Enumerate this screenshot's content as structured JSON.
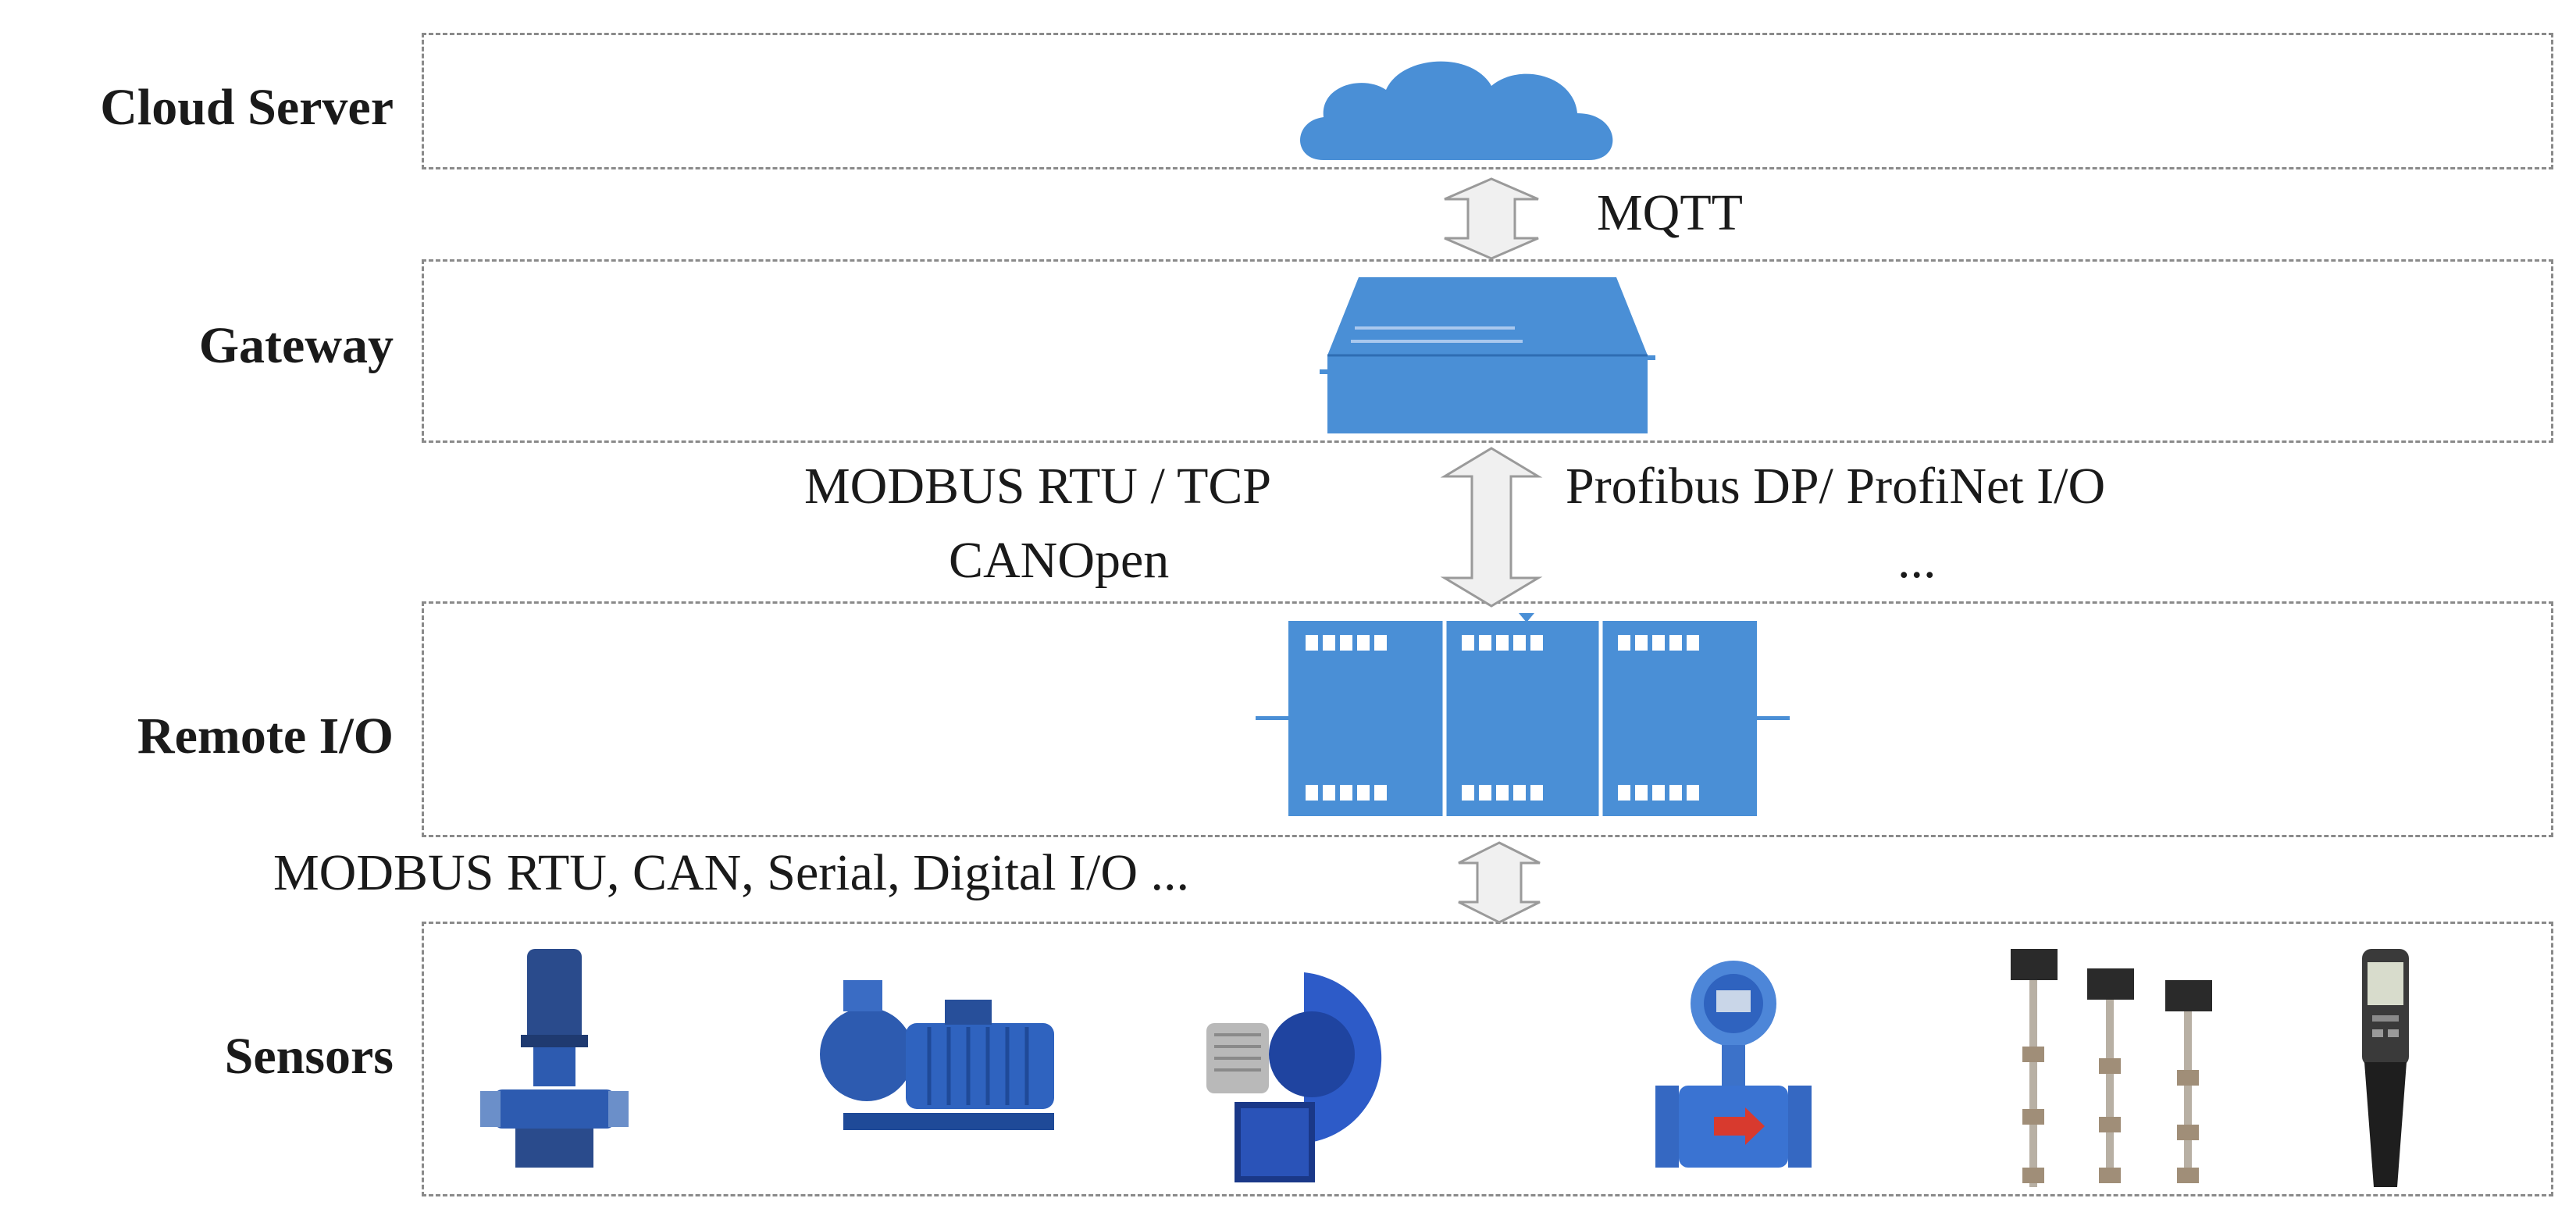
{
  "layers": {
    "cloud": "Cloud Server",
    "gateway": "Gateway",
    "remote_io": "Remote I/O",
    "sensors": "Sensors"
  },
  "protocols": {
    "cloud_gateway": "MQTT",
    "gateway_io_left_1": "MODBUS RTU / TCP",
    "gateway_io_left_2": "CANOpen",
    "gateway_io_right_1": "Profibus DP/ ProfiNet I/O",
    "gateway_io_right_2": "...",
    "io_sensors": "MODBUS RTU, CAN, Serial, Digital I/O ..."
  },
  "icons": [
    "cloud-icon",
    "gateway-device-icon",
    "remote-io-module-icon",
    "vertical-pump-icon",
    "centrifugal-pump-icon",
    "blower-fan-icon",
    "flow-meter-icon",
    "level-sensor-icon",
    "handheld-meter-icon"
  ],
  "colors": {
    "device_blue": "#4a8fd6",
    "box_border": "#8a8a8a"
  }
}
